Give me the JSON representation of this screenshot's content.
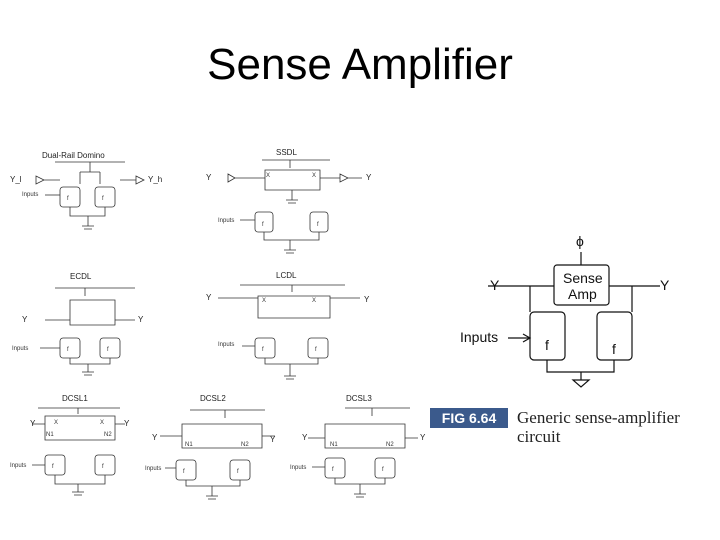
{
  "slide": {
    "title": "Sense Amplifier"
  },
  "circuits": {
    "dual_rail": {
      "title": "Dual-Rail Domino",
      "left_out": "Y_l",
      "right_out": "Y_h",
      "inputs": "Inputs",
      "f_bar": "f",
      "f": "f"
    },
    "ssdl": {
      "title": "SSDL",
      "left_out": "Y",
      "right_out": "Y",
      "x_left": "X",
      "x_right": "X",
      "inputs": "Inputs",
      "f_bar": "f",
      "f": "f"
    },
    "ecdl": {
      "title": "ECDL",
      "left_out": "Y",
      "right_out": "Y",
      "inputs": "Inputs",
      "f_bar": "f",
      "f": "f"
    },
    "lcdl": {
      "title": "LCDL",
      "left_out": "Y",
      "right_out": "Y",
      "x_left": "X",
      "x_right": "X",
      "inputs": "Inputs",
      "f_bar": "f",
      "f": "f"
    },
    "dcsl1": {
      "title": "DCSL1",
      "left_out": "Y",
      "right_out": "Y",
      "x_left": "X",
      "x_right": "X",
      "n1": "N1",
      "n2": "N2",
      "inputs": "Inputs",
      "f_bar": "f",
      "f": "f"
    },
    "dcsl2": {
      "title": "DCSL2",
      "left_out": "Y",
      "right_out": "Y",
      "n1": "N1",
      "n2": "N2",
      "inputs": "Inputs",
      "f_bar": "f",
      "f": "f"
    },
    "dcsl3": {
      "title": "DCSL3",
      "left_out": "Y",
      "right_out": "Y",
      "n1": "N1",
      "n2": "N2",
      "inputs": "Inputs",
      "f_bar": "f",
      "f": "f"
    }
  },
  "generic": {
    "phi": "ϕ",
    "sense_amp_line1": "Sense",
    "sense_amp_line2": "Amp",
    "y_left": "Y",
    "y_right": "Y",
    "inputs": "Inputs",
    "f_bar": "f",
    "f": "f"
  },
  "figure": {
    "tag": "FIG 6.64",
    "caption": "Generic sense-amplifier circuit"
  }
}
